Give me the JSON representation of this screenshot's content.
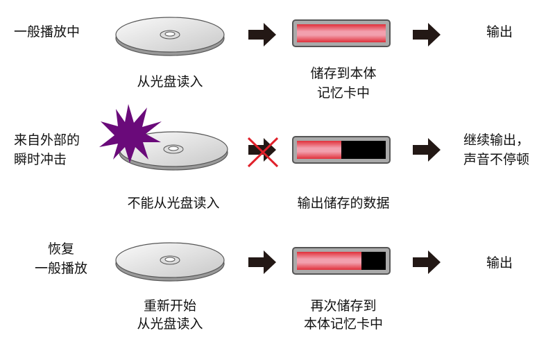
{
  "rows": [
    {
      "left": [
        "一般播放中"
      ],
      "disc_label": [
        "从光盘读入"
      ],
      "buffer_label": [
        "储存到本体",
        "记忆卡中"
      ],
      "buffer_fill_percent": 100,
      "output": [
        "输出"
      ],
      "read_blocked": false,
      "shock": false
    },
    {
      "left": [
        "来自外部的",
        "瞬时冲击"
      ],
      "disc_label": [
        "不能从光盘读入"
      ],
      "buffer_label": [
        "输出储存的数据"
      ],
      "buffer_fill_percent": 50,
      "output": [
        "继续输出，",
        "声音不停顿"
      ],
      "read_blocked": true,
      "shock": true
    },
    {
      "left": [
        "恢复",
        "一般播放"
      ],
      "disc_label": [
        "重新开始",
        "从光盘读入"
      ],
      "buffer_label": [
        "再次储存到",
        "本体记忆卡中"
      ],
      "buffer_fill_percent": 73,
      "output": [
        "输出"
      ],
      "read_blocked": false,
      "shock": false
    }
  ],
  "colors": {
    "shock": "#6a0a7a",
    "cross": "#e0202a",
    "arrow": "#231815"
  }
}
